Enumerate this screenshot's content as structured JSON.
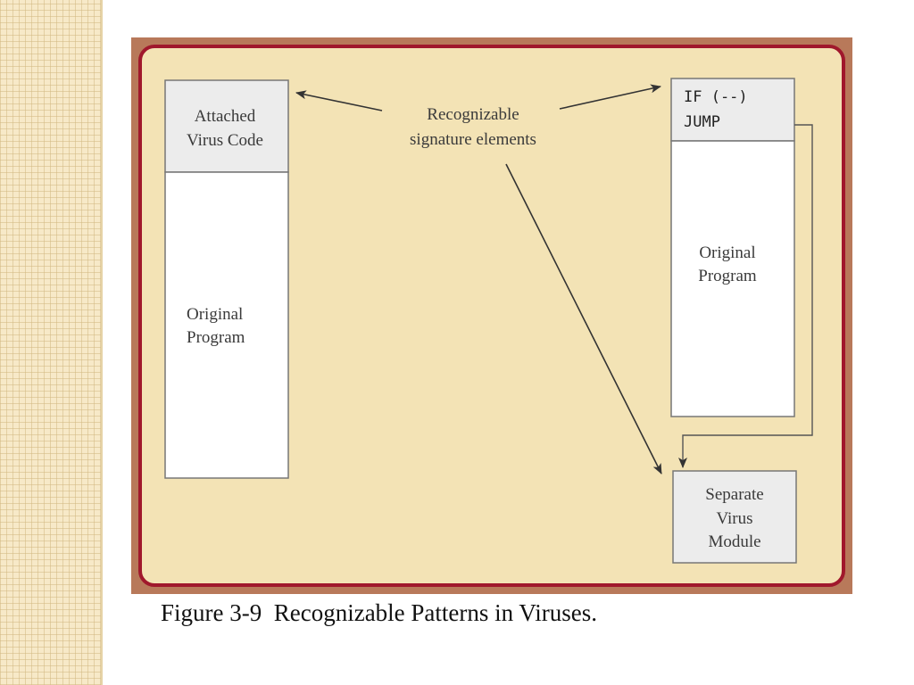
{
  "diagram": {
    "left_program": {
      "attached_line1": "Attached",
      "attached_line2": "Virus Code",
      "original_line1": "Original",
      "original_line2": "Program"
    },
    "signature_label": {
      "line1": "Recognizable",
      "line2": "signature elements"
    },
    "right_program": {
      "code_line1": "IF (--)",
      "code_line2": "JUMP",
      "original_line1": "Original",
      "original_line2": "Program"
    },
    "module": {
      "line1": "Separate",
      "line2": "Virus",
      "line3": "Module"
    }
  },
  "caption": "Figure 3-9  Recognizable Patterns in Viruses.",
  "colors": {
    "panel_bg": "#f3e3b5",
    "panel_border": "#a0182c",
    "frame": "#b8795a",
    "box_shaded": "#ececec",
    "box_white": "#ffffff"
  }
}
